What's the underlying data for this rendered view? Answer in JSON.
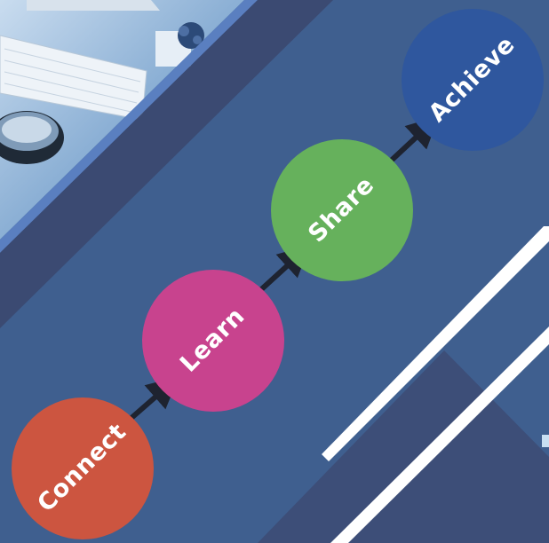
{
  "diagram": {
    "background_color": "#3f5f8f",
    "steps": [
      {
        "label": "Connect",
        "color": "#cc5540"
      },
      {
        "label": "Learn",
        "color": "#c8438e"
      },
      {
        "label": "Share",
        "color": "#66b15c"
      },
      {
        "label": "Achieve",
        "color": "#2f579e"
      }
    ],
    "arrow_color": "#1e2330",
    "photo_icons": [
      "keyboard-icon",
      "laptop-icon",
      "magnifier-icon",
      "plant-icon"
    ]
  }
}
